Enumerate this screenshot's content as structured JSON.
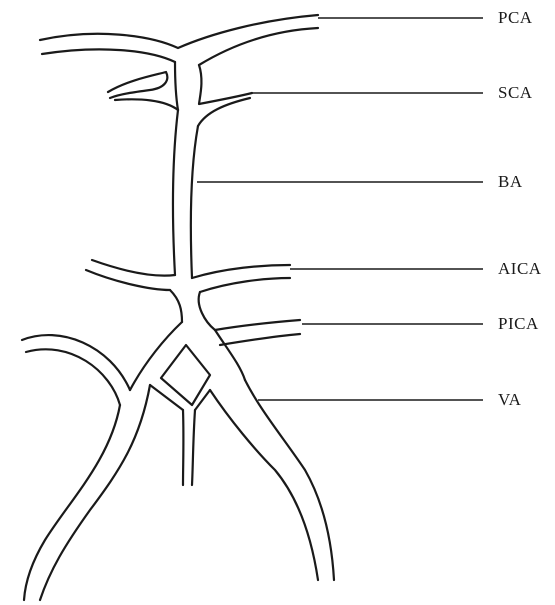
{
  "labels": {
    "pca": "PCA",
    "sca": "SCA",
    "ba": "BA",
    "aica": "AICA",
    "pica": "PICA",
    "va": "VA"
  }
}
